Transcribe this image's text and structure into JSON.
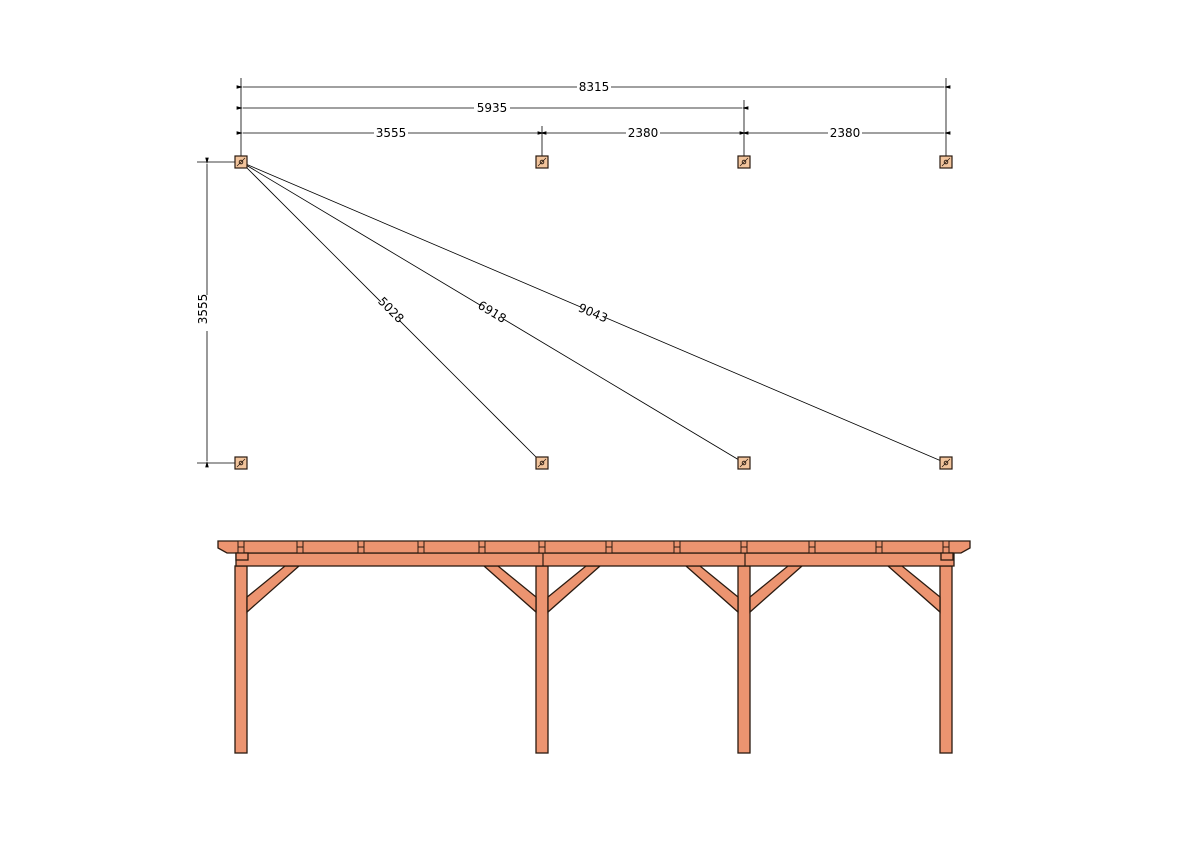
{
  "plan": {
    "dimensions_horizontal": {
      "overall": "8315",
      "to_third_post": "5935",
      "bay_1": "3555",
      "bay_2": "2380",
      "bay_3": "2380"
    },
    "dimension_vertical": "3555",
    "diagonals": [
      "5028",
      "6918",
      "9043"
    ]
  },
  "colors": {
    "wood": "#ec9470",
    "post_plan": "#f2c49c",
    "outline": "#2a1a10"
  }
}
